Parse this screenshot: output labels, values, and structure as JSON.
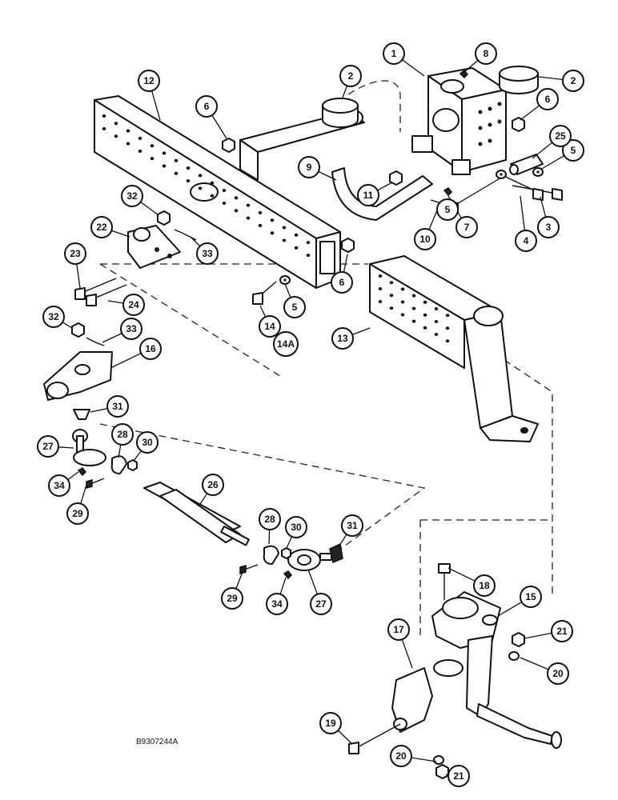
{
  "drawing_ref": "B9307244A",
  "callouts": [
    "1",
    "2",
    "2",
    "3",
    "4",
    "5",
    "5",
    "5",
    "6",
    "6",
    "6",
    "7",
    "8",
    "9",
    "10",
    "11",
    "12",
    "13",
    "14",
    "14A",
    "15",
    "16",
    "17",
    "18",
    "19",
    "20",
    "20",
    "21",
    "21",
    "22",
    "23",
    "24",
    "25",
    "26",
    "27",
    "27",
    "28",
    "28",
    "29",
    "29",
    "30",
    "30",
    "31",
    "31",
    "32",
    "32",
    "33",
    "33",
    "34",
    "34"
  ]
}
